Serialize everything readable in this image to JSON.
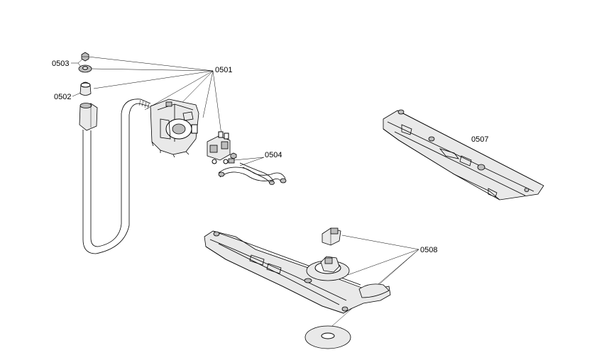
{
  "diagram": {
    "background": "#ffffff",
    "line_color": "#000000",
    "labels": {
      "p0503": "0503",
      "p0502": "0502",
      "p0501": "0501",
      "p0504": "0504",
      "p0507": "0507",
      "p0508": "0508"
    }
  }
}
